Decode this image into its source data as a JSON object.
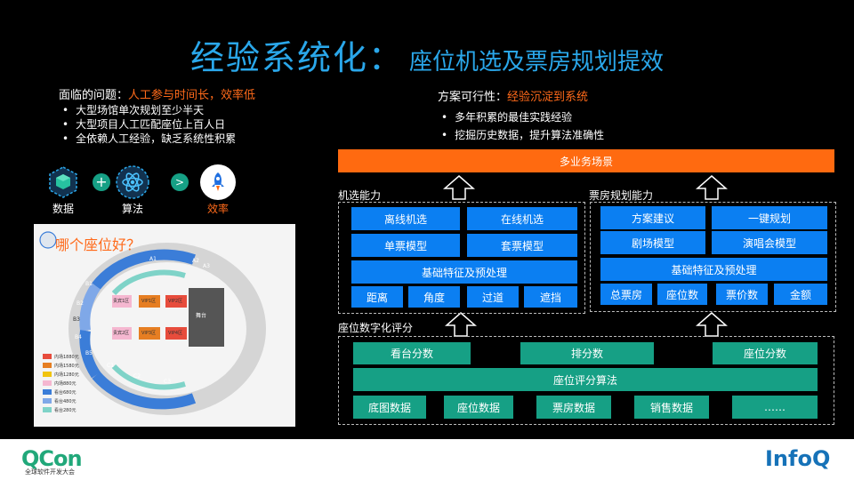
{
  "title": {
    "main": "经验系统化：",
    "sub": "座位机选及票房规划提效"
  },
  "problem": {
    "heading_prefix": "面临的问题：",
    "heading_highlight": "人工参与时间长，效率低",
    "bullets": [
      "大型场馆单次规划至少半天",
      "大型项目人工匹配座位上百人日",
      "全依赖人工经验，缺乏系统性积累"
    ]
  },
  "flow": {
    "data": "数据",
    "algo": "算法",
    "efficiency": "效率",
    "plus": "+",
    "arrow": ">"
  },
  "seatmap": {
    "question": "哪个座位好？",
    "stage": "舞台",
    "zones": [
      "贵宾1区",
      "VIP1区",
      "VIP2区",
      "贵宾2区",
      "VIP3区",
      "VIP4区"
    ],
    "blocks": [
      "A3",
      "A2",
      "A1",
      "B1",
      "B2",
      "B3",
      "B4",
      "B5",
      "C1",
      "C2",
      "C3"
    ],
    "legend": [
      {
        "label": "内场1880元",
        "color": "#e74c3c"
      },
      {
        "label": "内场1580元",
        "color": "#e67e22"
      },
      {
        "label": "内场1280元",
        "color": "#f1c40f"
      },
      {
        "label": "内场880元",
        "color": "#f5b7d0"
      },
      {
        "label": "看台680元",
        "color": "#3b7dd8"
      },
      {
        "label": "看台480元",
        "color": "#7fa8e8"
      },
      {
        "label": "看台280元",
        "color": "#7fd3c8"
      }
    ]
  },
  "feasibility": {
    "heading_prefix": "方案可行性：",
    "heading_highlight": "经验沉淀到系统",
    "bullets": [
      "多年积累的最佳实践经验",
      "挖掘历史数据，提升算法准确性"
    ]
  },
  "banner": "多业务场景",
  "machine": {
    "label": "机选能力",
    "row1": [
      "离线机选",
      "在线机选"
    ],
    "row2": [
      "单票模型",
      "套票模型"
    ],
    "base": "基础特征及预处理",
    "row3": [
      "距离",
      "角度",
      "过道",
      "遮挡"
    ]
  },
  "boxoffice": {
    "label": "票房规划能力",
    "row1": [
      "方案建议",
      "一键规划"
    ],
    "row2": [
      "剧场模型",
      "演唱会模型"
    ],
    "base": "基础特征及预处理",
    "row3": [
      "总票房",
      "座位数",
      "票价数",
      "金额"
    ]
  },
  "scoring": {
    "label": "座位数字化评分",
    "top": [
      "看台分数",
      "排分数",
      "座位分数"
    ],
    "algo": "座位评分算法",
    "bottom": [
      "底图数据",
      "座位数据",
      "票房数据",
      "销售数据",
      "……"
    ]
  },
  "footer": {
    "qcon": "QCon",
    "qcon_sub": "全球软件开发大会",
    "infoq": "InfoQ"
  },
  "colors": {
    "blue": "#0b7ff2",
    "green": "#16a085",
    "orange": "#ff6a10",
    "title": "#2aa7ea"
  }
}
